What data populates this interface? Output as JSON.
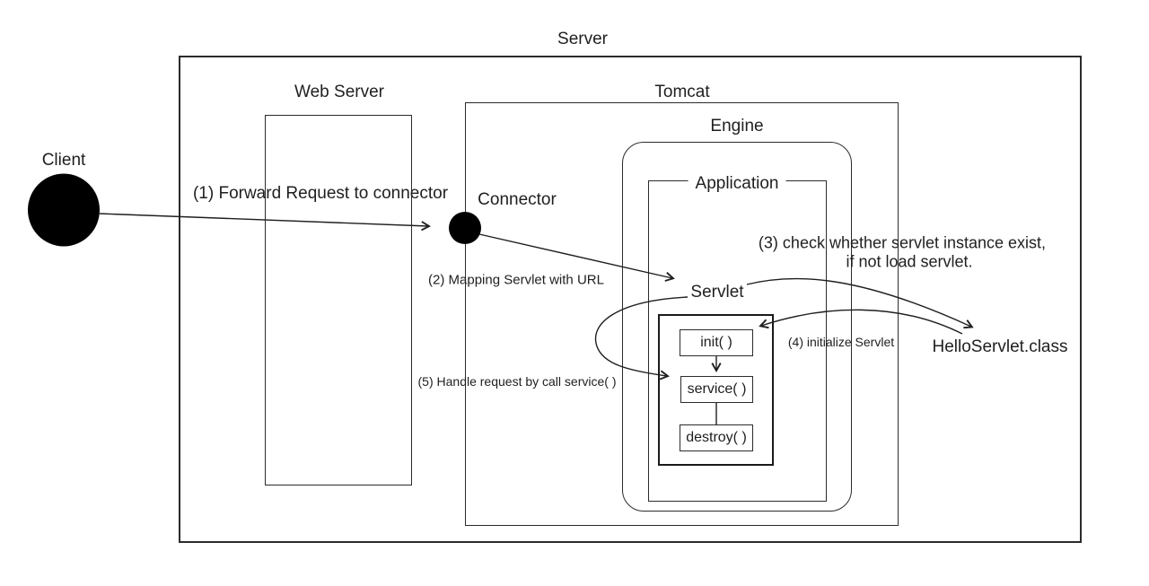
{
  "diagram": {
    "server": {
      "label": "Server"
    },
    "web_server": {
      "label": "Web Server"
    },
    "tomcat": {
      "label": "Tomcat"
    },
    "engine": {
      "label": "Engine"
    },
    "application": {
      "label": "Application"
    },
    "client": {
      "label": "Client"
    },
    "connector": {
      "label": "Connector"
    },
    "servlet": {
      "label": "Servlet",
      "methods": {
        "init": "init( )",
        "service": "service( )",
        "destroy": "destroy( )"
      }
    },
    "hello_servlet_class": "HelloServlet.class",
    "steps": {
      "s1": "(1) Forward Request to connector",
      "s2": "(2) Mapping Servlet with URL",
      "s3_line1": "(3) check  whether servlet instance exist,",
      "s3_line2": "if not load servlet.",
      "s4": "(4) initialize Servlet",
      "s5": "(5) Handle request by call service( )"
    },
    "colors": {
      "line": "#1f1f1f",
      "background": "#ffffff"
    }
  }
}
